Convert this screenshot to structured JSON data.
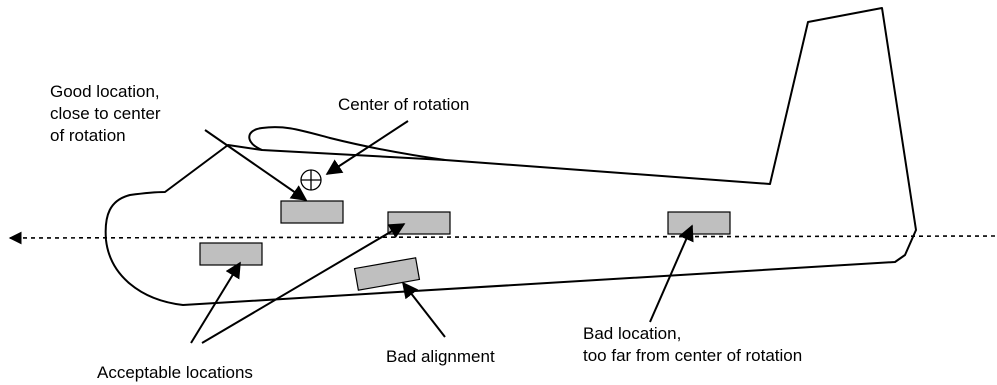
{
  "labels": {
    "good_location": [
      "Good location,",
      "close to center",
      "of rotation"
    ],
    "center_of_rotation": "Center of rotation",
    "acceptable_locations": "Acceptable locations",
    "bad_alignment": "Bad alignment",
    "bad_location": [
      "Bad location,",
      "too far from center of rotation"
    ]
  },
  "colors": {
    "sensor_fill": "#bfbfbf",
    "line": "#000000"
  },
  "icons": {
    "center_marker": "circled-plus-icon",
    "axis_arrow": "arrowhead-left-icon"
  }
}
